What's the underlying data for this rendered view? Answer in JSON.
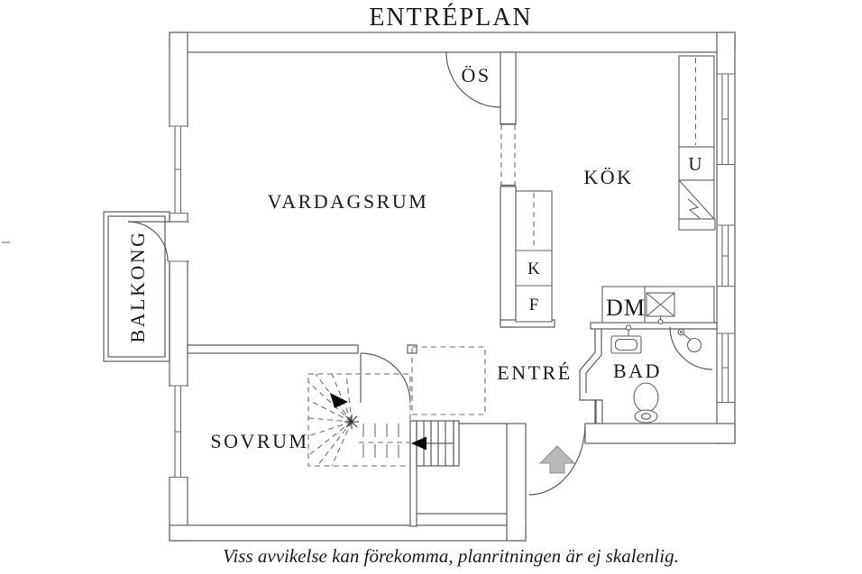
{
  "title": "ENTRÉPLAN",
  "caption": "Viss avvikelse kan förekomma, planritningen är ej skalenlig.",
  "rooms": {
    "living_room": "VARDAGSRUM",
    "kitchen": "KÖK",
    "bedroom": "SOVRUM",
    "bathroom": "BAD",
    "entry": "ENTRÉ",
    "balcony": "BALKONG",
    "fireplace": "ÖS"
  },
  "fixtures": {
    "fridge": "K",
    "freezer": "F",
    "dishwasher": "DM",
    "cabinet": "U"
  },
  "colors": {
    "wall_line": "#5c5c5c",
    "text": "#1b1b1b",
    "entry_arrow_fill": "#b9b9b9",
    "stair_arrow": "#0a0a0a",
    "background": "#ffffff"
  }
}
